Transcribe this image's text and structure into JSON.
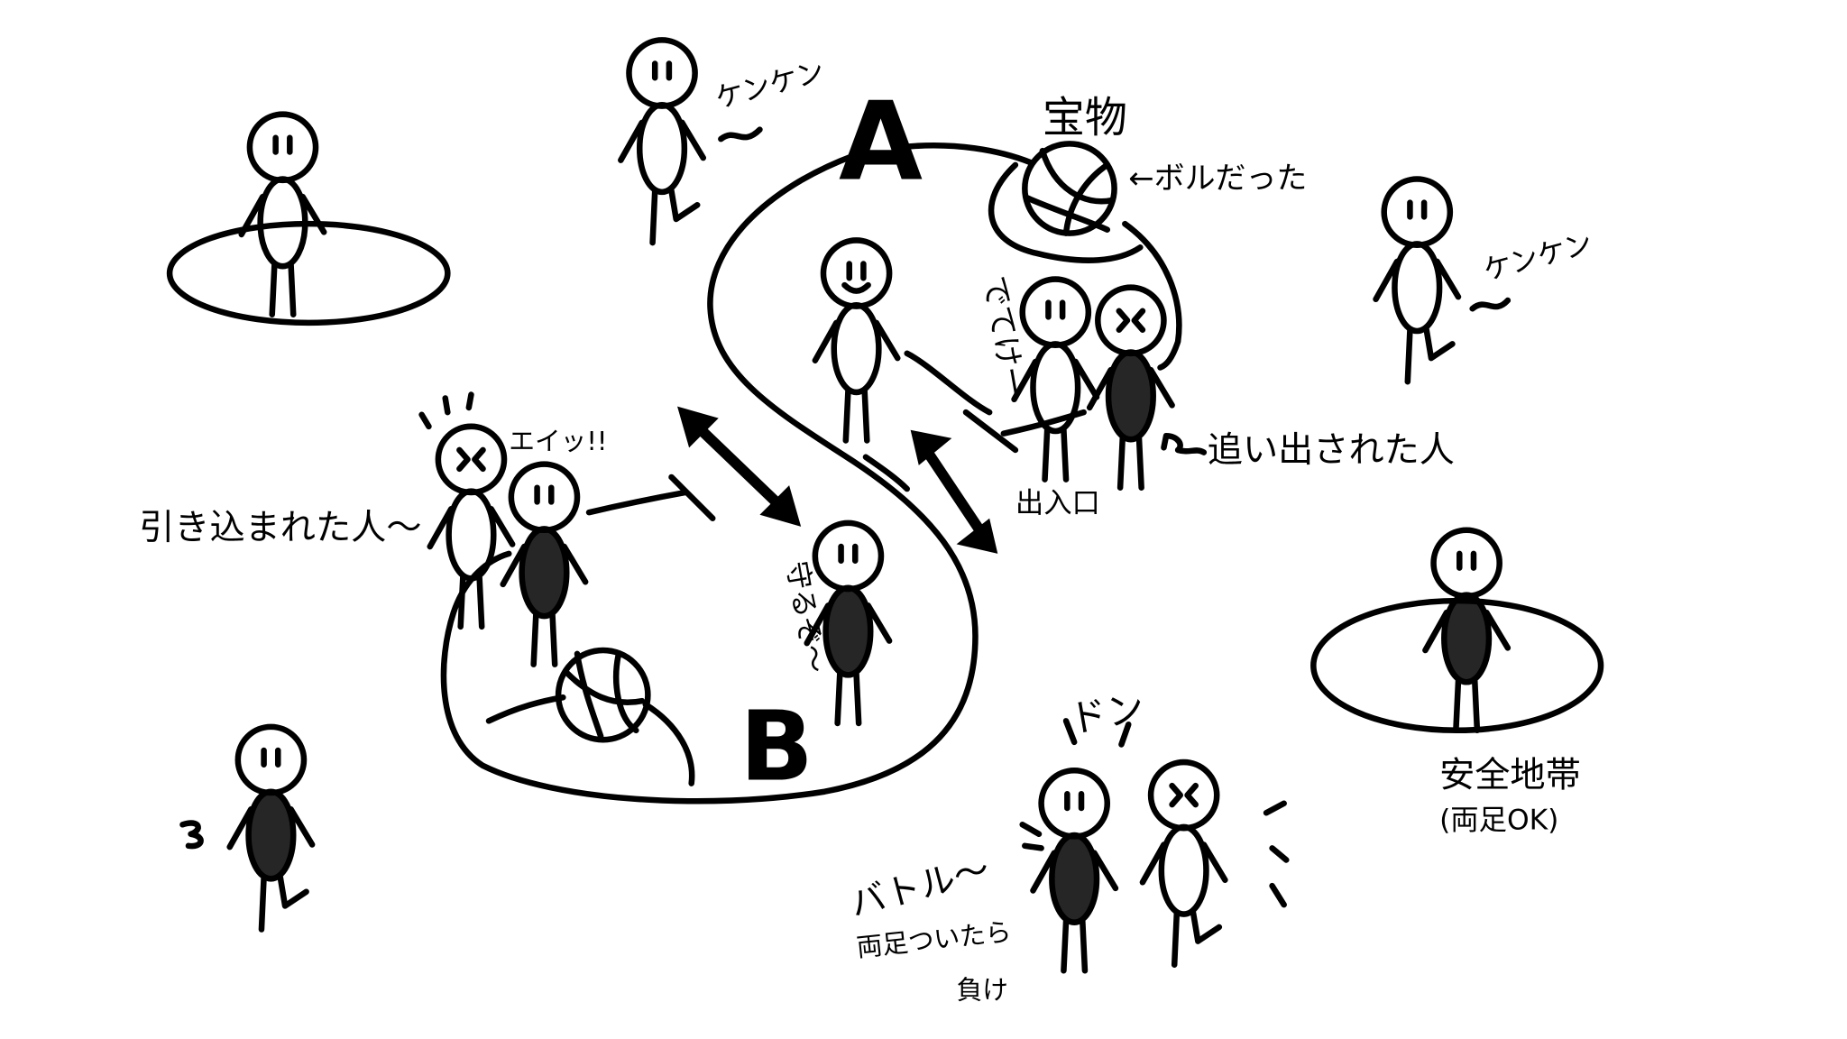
{
  "diagram": {
    "zones": {
      "a_label": "A",
      "b_label": "B"
    },
    "labels": {
      "treasure": "宝物",
      "was_ball": "←ボルだった",
      "get_out": "でてけー",
      "kicked_out_person": "追い出された人",
      "entrance": "出入口",
      "eii": "エイッ!!",
      "pulled_in_person": "引き込まれた人〜",
      "will_defend": "守るぞ〜",
      "don": "ドン",
      "battle": "バトル〜",
      "battle_rule_line1": "両足ついたら",
      "battle_rule_line2": "負け",
      "safe_zone": "安全地帯",
      "safe_zone_rule": "(両足OK)",
      "hop_top": "ケンケン",
      "hop_right": "ケンケン"
    },
    "colors": {
      "ink": "#000000",
      "paper": "#ffffff"
    }
  }
}
